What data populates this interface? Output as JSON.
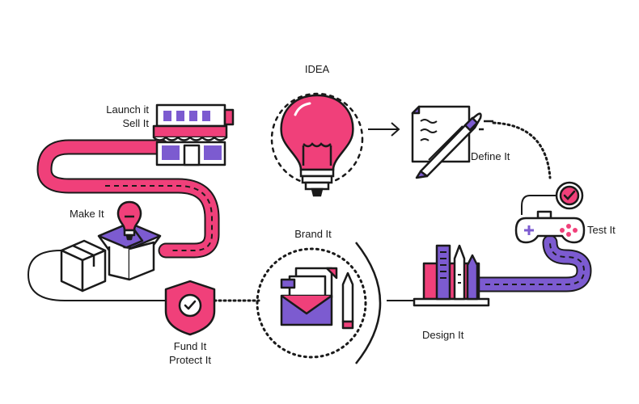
{
  "labels": {
    "idea": "IDEA",
    "launch_line1": "Launch it",
    "launch_line2": "Sell It",
    "make": "Make It",
    "brand": "Brand It",
    "fund_line1": "Fund It",
    "fund_line2": "Protect It",
    "define": "Define It",
    "test": "Test It",
    "design": "Design It"
  },
  "colors": {
    "pink": "#f0407a",
    "purple": "#7c5bd0",
    "ink": "#1a1a1a",
    "white": "#ffffff"
  },
  "icons": [
    "storefront-icon",
    "lightbulb-icon",
    "document-pen-icon",
    "checkmark-badge-icon",
    "gamepad-icon",
    "open-box-idea-icon",
    "closed-box-icon",
    "shield-check-icon",
    "envelope-stationery-icon",
    "monitor-pencils-icon"
  ]
}
